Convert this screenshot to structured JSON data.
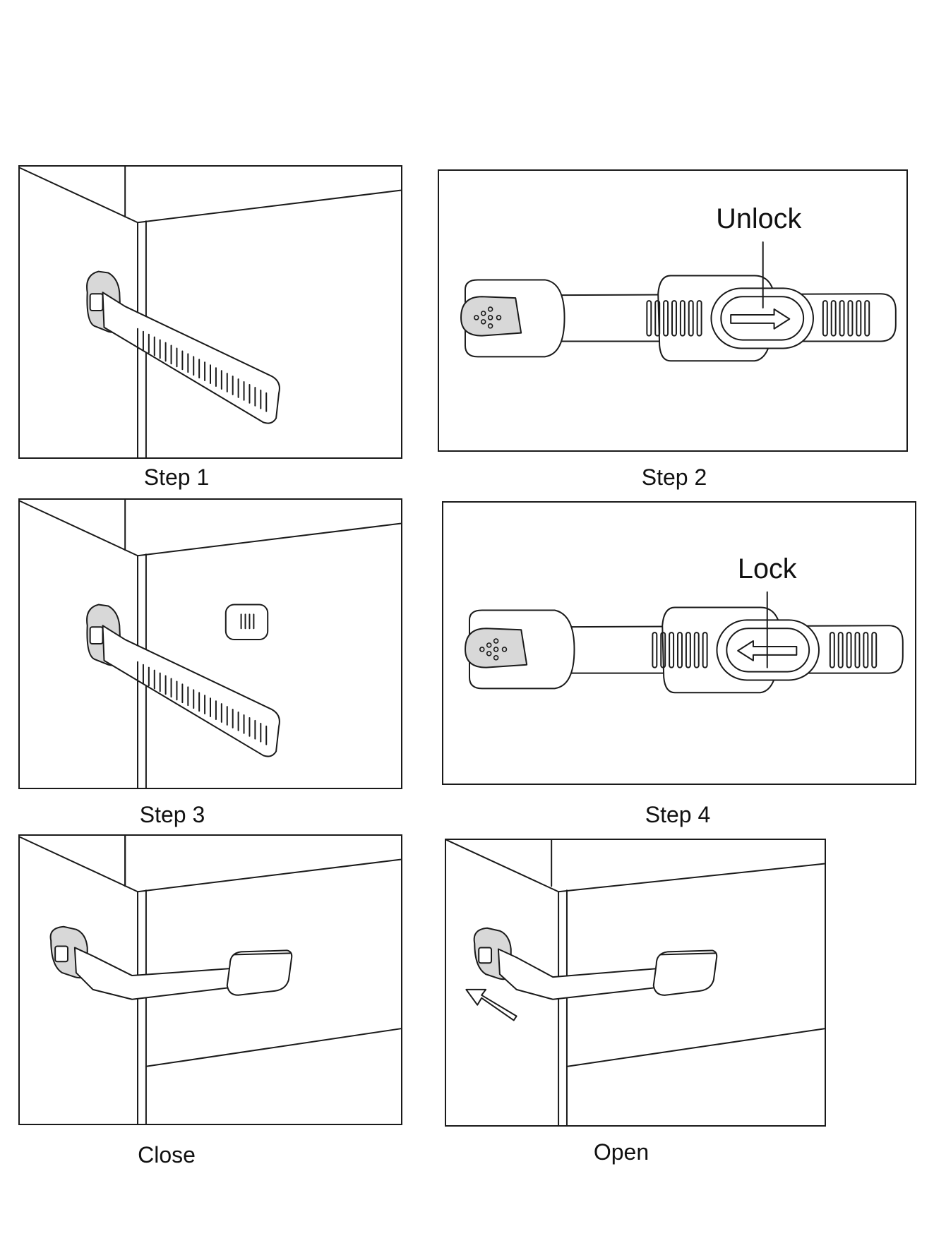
{
  "steps": {
    "step1": {
      "caption": "Step 1"
    },
    "step2": {
      "caption": "Step 2",
      "label": "Unlock"
    },
    "step3": {
      "caption": "Step 3"
    },
    "step4": {
      "caption": "Step 4",
      "label": "Lock"
    },
    "close": {
      "caption": "Close"
    },
    "open": {
      "caption": "Open"
    }
  }
}
